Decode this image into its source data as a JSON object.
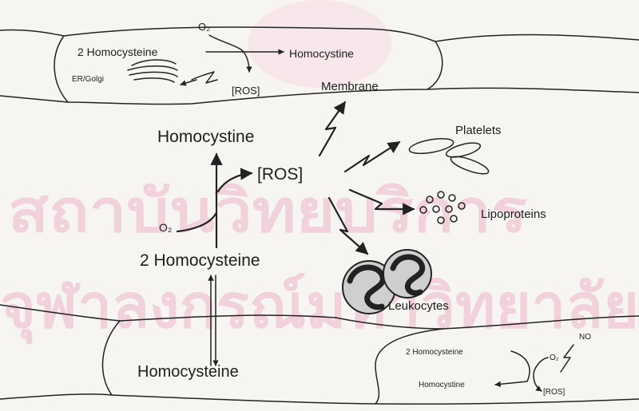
{
  "watermark": {
    "line1": "สถาบันวิทยบริการ",
    "line2": "จุฬาลงกรณ์มหาวิทยาลัย"
  },
  "top_cell": {
    "homocysteine": "2 Homocysteine",
    "o2": "O₂",
    "homocystine": "Homocystine",
    "er_golgi": "ER/Golgi",
    "ros": "[ROS]",
    "membrane": "Membrane"
  },
  "center": {
    "homocystine": "Homocystine",
    "ros": "[ROS]",
    "o2": "O₂",
    "homocysteine_2": "2 Homocysteine",
    "homocysteine": "Homocysteine"
  },
  "targets": {
    "platelets": "Platelets",
    "lipoproteins": "Lipoproteins",
    "leukocytes": "Leukocytes"
  },
  "bottom_cell": {
    "homocysteine": "2 Homocysteine",
    "o2": "O₂",
    "no": "NO",
    "homocystine": "Homocystine",
    "ros": "[ROS]"
  }
}
